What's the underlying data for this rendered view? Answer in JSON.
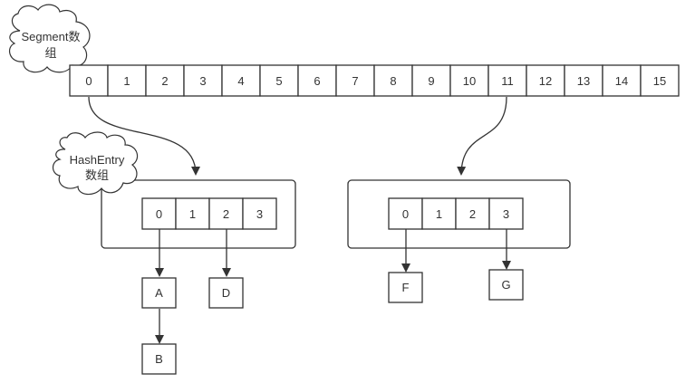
{
  "diagram": {
    "segment_cloud": {
      "label_line1": "Segment数",
      "label_line2": "组"
    },
    "hashentry_cloud": {
      "label_line1": "HashEntry",
      "label_line2": "数组"
    },
    "segment_array": {
      "cells": [
        "0",
        "1",
        "2",
        "3",
        "4",
        "5",
        "6",
        "7",
        "8",
        "9",
        "10",
        "11",
        "12",
        "13",
        "14",
        "15"
      ]
    },
    "hashentry_tables": [
      {
        "cells": [
          "0",
          "1",
          "2",
          "3"
        ]
      },
      {
        "cells": [
          "0",
          "1",
          "2",
          "3"
        ]
      }
    ],
    "entry_nodes": {
      "A": "A",
      "B": "B",
      "D": "D",
      "F": "F",
      "G": "G"
    },
    "links": [
      {
        "from": "segment-0",
        "to": "hashentry-table-1"
      },
      {
        "from": "segment-11",
        "to": "hashentry-table-2"
      },
      {
        "from": "table-1-slot-0",
        "to": "A"
      },
      {
        "from": "A",
        "to": "B"
      },
      {
        "from": "table-1-slot-2",
        "to": "D"
      },
      {
        "from": "table-2-slot-0",
        "to": "F"
      },
      {
        "from": "table-2-slot-3",
        "to": "G"
      }
    ],
    "colors": {
      "stroke": "#333333",
      "fill": "#ffffff",
      "text": "#333333"
    }
  }
}
